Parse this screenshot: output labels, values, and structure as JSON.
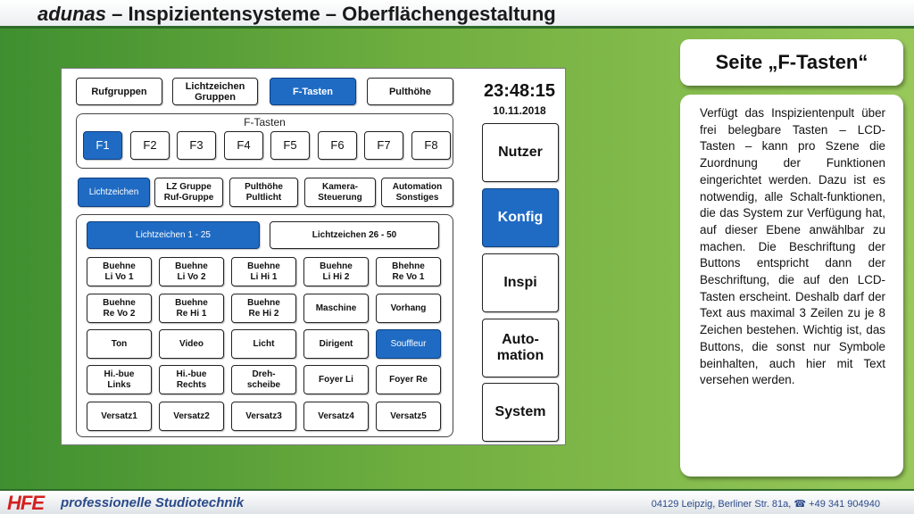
{
  "header": {
    "brand": "adunas",
    "title_rest": " – Inspizientensysteme – Oberflächengestaltung"
  },
  "screen": {
    "top_tabs": [
      "Rufgruppen",
      "Lichtzeichen\nGruppen",
      "F-Tasten",
      "Pulthöhe"
    ],
    "active_top_tab": "F-Tasten",
    "clock": {
      "time": "23:48:15",
      "date": "10.11.2018"
    },
    "f_panel_label": "F-Tasten",
    "f_keys": [
      "F1",
      "F2",
      "F3",
      "F4",
      "F5",
      "F6",
      "F7",
      "F8"
    ],
    "active_f_key": "F1",
    "categories": [
      "Lichtzeichen",
      "LZ Gruppe\nRuf-Gruppe",
      "Pulthöhe\nPultlicht",
      "Kamera-\nSteuerung",
      "Automation\nSonstiges"
    ],
    "active_category": "Lichtzeichen",
    "range_tabs": [
      "Lichtzeichen 1 - 25",
      "Lichtzeichen 26 - 50"
    ],
    "active_range_tab": "Lichtzeichen 1 - 25",
    "grid": [
      [
        "Buehne\nLi Vo 1",
        "Buehne\nLi Vo 2",
        "Buehne\nLi Hi 1",
        "Buehne\nLi Hi 2",
        "Bhehne\nRe Vo 1"
      ],
      [
        "Buehne\nRe Vo 2",
        "Buehne\nRe Hi 1",
        "Buehne\nRe Hi 2",
        "Maschine",
        "Vorhang"
      ],
      [
        "Ton",
        "Video",
        "Licht",
        "Dirigent",
        "Souffleur"
      ],
      [
        "Hi.-bue\nLinks",
        "Hi.-bue\nRechts",
        "Dreh-\nscheibe",
        "Foyer Li",
        "Foyer Re"
      ],
      [
        "Versatz1",
        "Versatz2",
        "Versatz3",
        "Versatz4",
        "Versatz5"
      ]
    ],
    "active_grid_item": "Souffleur",
    "side_buttons": [
      "Nutzer",
      "Konfig",
      "Inspi",
      "Auto-\nmation",
      "System"
    ],
    "active_side_button": "Konfig"
  },
  "info": {
    "heading": "Seite „F-Tasten“",
    "text": "Verfügt das Inspizientenpult über frei belegbare Tasten – LCD-Tasten – kann pro Szene die Zuordnung der Funktionen eingerichtet werden. Dazu ist es notwendig, alle Schalt-funktionen, die das System zur Verfügung hat, auf dieser Ebene anwählbar zu machen. Die Beschriftung der Buttons entspricht dann der Beschriftung, die auf den LCD-Tasten erscheint. Deshalb darf der Text aus maximal 3 Zeilen zu je 8 Zeichen bestehen. Wichtig ist, das Buttons, die sonst nur Symbole beinhalten, auch hier mit Text versehen werden."
  },
  "footer": {
    "logo": "HFE",
    "company": "professionelle Studiotechnik",
    "address": "04129 Leipzig, Berliner Str. 81a, ☎ +49 341 904940"
  },
  "colors": {
    "active_blue": "#1f6bc4",
    "background_green": "#6fae3f",
    "logo_red": "#d42020",
    "footer_text": "#2a4a8a"
  }
}
